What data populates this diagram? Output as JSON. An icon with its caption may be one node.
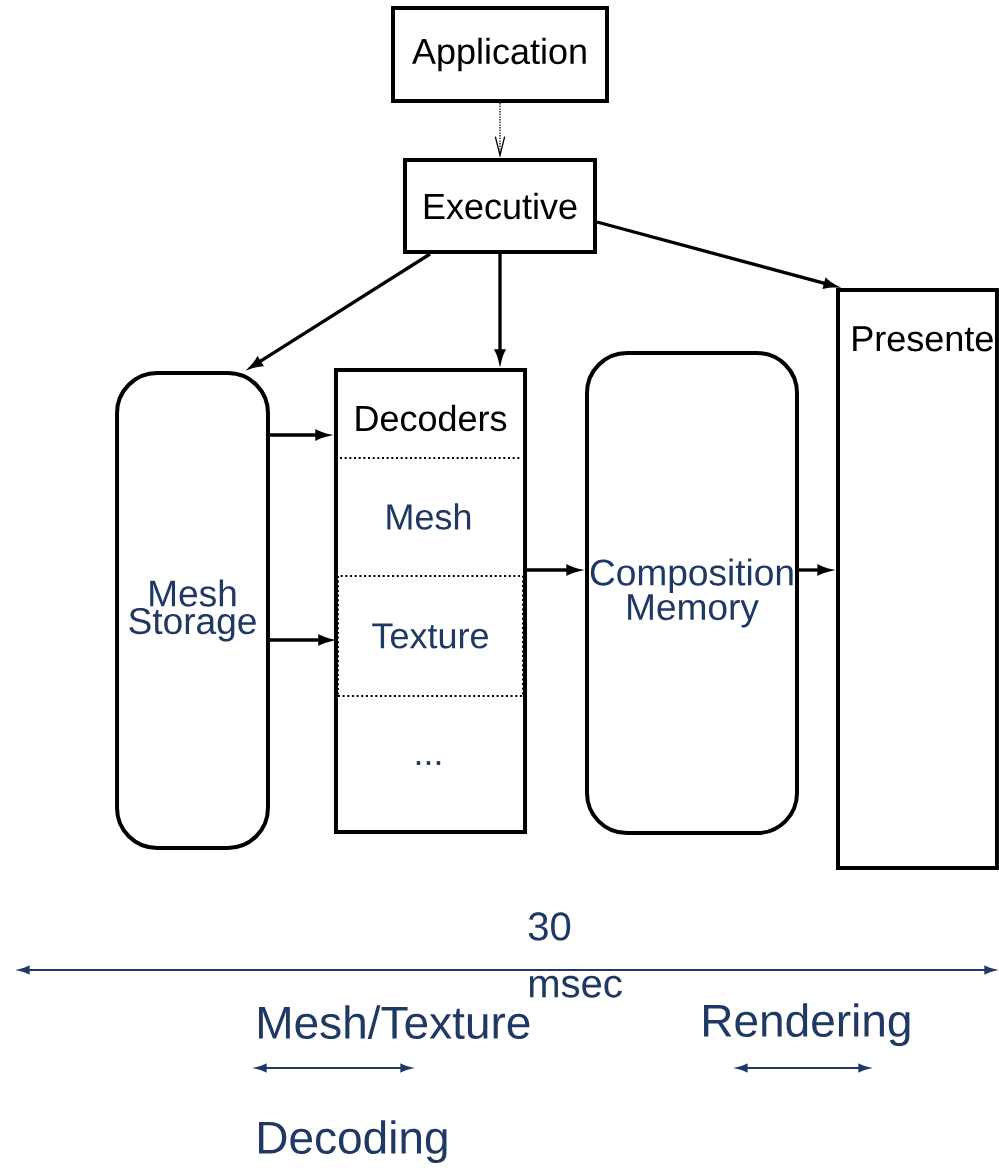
{
  "diagram": {
    "nodes": [
      {
        "text": [
          "Application"
        ]
      },
      {
        "text": [
          "Executive"
        ]
      },
      {
        "text": [
          "Mesh Storage"
        ]
      },
      {
        "text": [
          "Decoders"
        ]
      },
      {
        "text": [
          "Mesh"
        ],
        "in": 3
      },
      {
        "text": [
          "Texture"
        ],
        "in": 3
      },
      {
        "text": [
          "..."
        ],
        "in": 3
      },
      {
        "text": [
          "Composition Memory"
        ]
      },
      {
        "text": [
          "Presente"
        ]
      }
    ],
    "edges": [
      {
        "from": 0,
        "to": 1,
        "arrow": "to",
        "style": "dashed"
      },
      {
        "from": 1,
        "to": 2,
        "arrow": "to"
      },
      {
        "from": 1,
        "to": 3,
        "arrow": "to"
      },
      {
        "from": 1,
        "to": 8,
        "arrow": "to"
      },
      {
        "from": 2,
        "to": 3,
        "arrow": "to"
      },
      {
        "from": 2,
        "to": 5,
        "arrow": "to"
      },
      {
        "from": 3,
        "to": 7,
        "arrow": "to"
      },
      {
        "from": 7,
        "to": 8,
        "arrow": "to"
      }
    ],
    "labels": [
      "30 msec",
      "Mesh/Texture Decoding",
      "Rendering"
    ]
  }
}
